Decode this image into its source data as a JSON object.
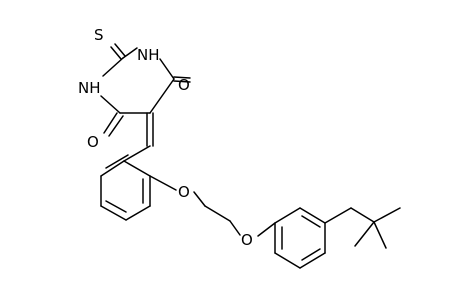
{
  "structure": {
    "atom_labels": [
      "S",
      "NH",
      "NH",
      "O",
      "O",
      "O",
      "O"
    ]
  },
  "colors": {
    "bond": "#000000",
    "label": "#000000",
    "background": "#ffffff"
  }
}
